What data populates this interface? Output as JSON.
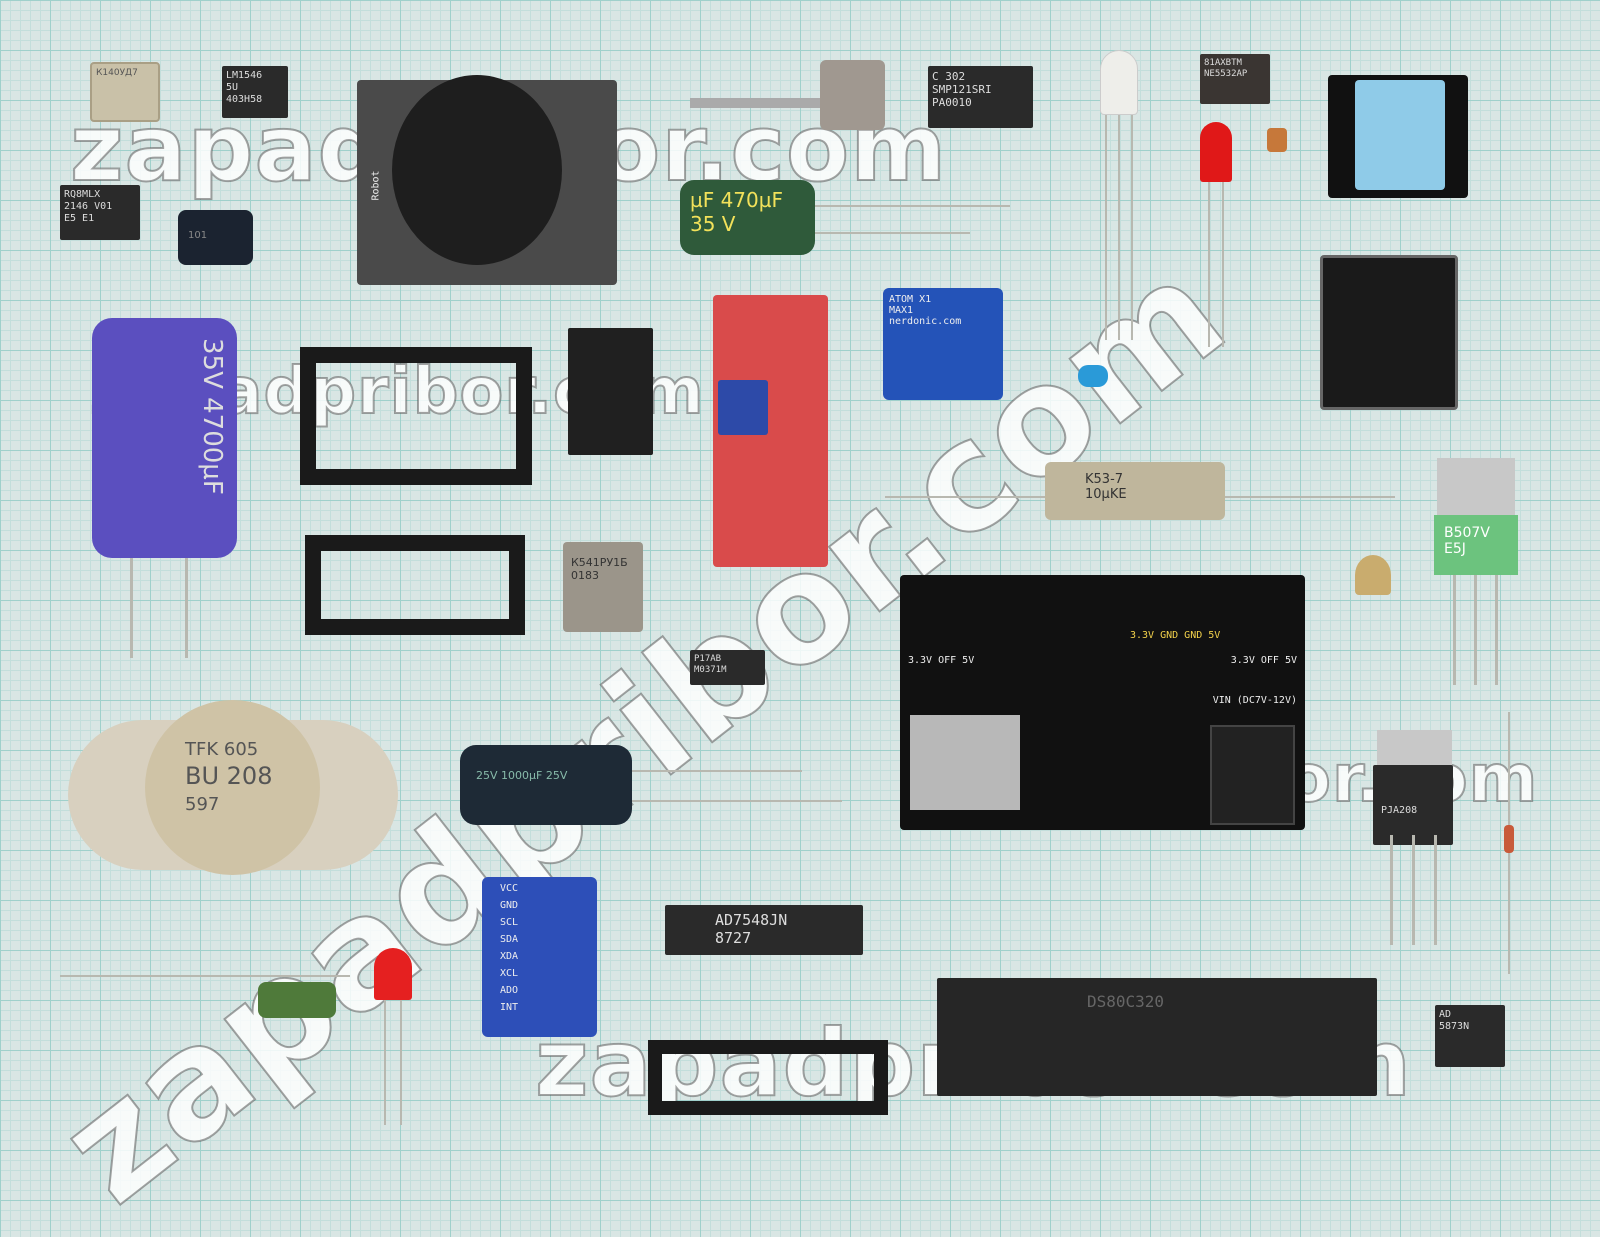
{
  "watermark": "zapadpribor.com",
  "components": {
    "ic_top_left": [
      "К140УД7"
    ],
    "lm1546": [
      "LM1546",
      "5U",
      "403H58"
    ],
    "rq8mlx": [
      "RQ8MLX",
      "2146 V01",
      "E5 E1"
    ],
    "inductor": "101",
    "joystick": "Robot",
    "cap_470": [
      "µF 470µF",
      "35 V"
    ],
    "ic_c302": [
      "C 302",
      "SMP121SRI",
      "PA0010"
    ],
    "ne5532": [
      "81AXBTM",
      "NE5532AP"
    ],
    "cap_4700": [
      "35V",
      "4700µF"
    ],
    "atom": [
      "ATOM X1",
      "MAX1",
      "nerdonic.com"
    ],
    "k53": [
      "K53-7",
      "10µKE"
    ],
    "b507": [
      "B507V",
      "E5J"
    ],
    "ic_1541": [
      "К541РУ1Б",
      "0183"
    ],
    "smd": [
      "P17AB",
      "M0371M"
    ],
    "power_board": {
      "left": "3.3V OFF 5V",
      "right": "3.3V OFF 5V",
      "pins": "3.3V GND GND 5V",
      "vin": "VIN (DC7V-12V)"
    },
    "bu208": [
      "TFK 605",
      "BU 208",
      "597"
    ],
    "cap_1000": "25V 1000µF 25V",
    "imu": [
      "VCC",
      "GND",
      "SCL",
      "SDA",
      "XDA",
      "XCL",
      "ADO",
      "INT"
    ],
    "ad7548": [
      "AD7548JN",
      "8727"
    ],
    "ds80": [
      "DS80C320"
    ],
    "pja": [
      "PJA208"
    ],
    "ad5873": [
      "AD",
      "5873N"
    ]
  }
}
